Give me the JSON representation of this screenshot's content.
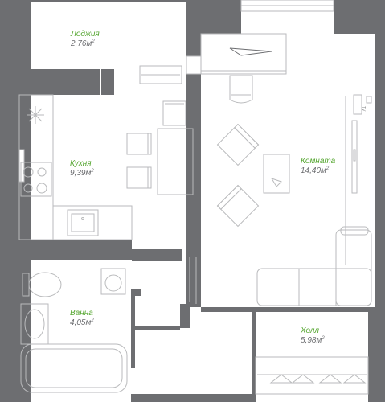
{
  "rooms": [
    {
      "id": "loggia",
      "name": "Лоджия",
      "area": "2,76",
      "unit": "м",
      "sup": "2"
    },
    {
      "id": "kitchen",
      "name": "Кухня",
      "area": "9,39",
      "unit": "м",
      "sup": "2"
    },
    {
      "id": "room",
      "name": "Комната",
      "area": "14,40",
      "unit": "м",
      "sup": "2"
    },
    {
      "id": "bathroom",
      "name": "Ванна",
      "area": "4,05",
      "unit": "м",
      "sup": "2"
    },
    {
      "id": "hall",
      "name": "Холл",
      "area": "5,98",
      "unit": "м",
      "sup": "2"
    }
  ],
  "tv": {
    "label": "TV"
  },
  "colors": {
    "wall": "#6d6e71",
    "furniture": "#b9babc",
    "label": "#55a630",
    "background": "#ffffff"
  }
}
